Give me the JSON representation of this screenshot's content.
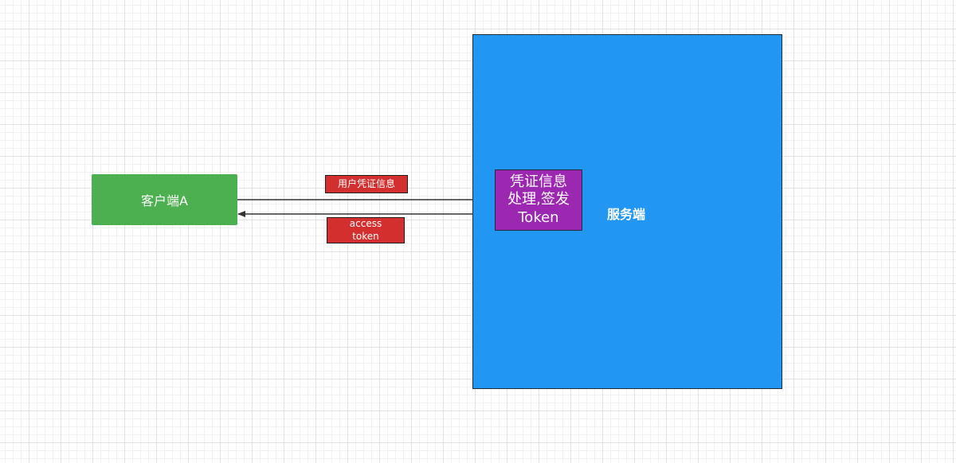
{
  "diagram": {
    "nodes": {
      "client": {
        "label": "客户端A",
        "color": "#4caf50"
      },
      "server": {
        "label": "服务端",
        "color": "#2196f3"
      },
      "process": {
        "label": "凭证信息\n处理,签发\nToken",
        "color": "#9c27b0"
      }
    },
    "edges": [
      {
        "from": "client",
        "to": "process",
        "label": "用户凭证信息"
      },
      {
        "from": "process",
        "to": "client",
        "label": "access\ntoken"
      }
    ],
    "edge_label_color": "#d32f2f",
    "line_color": "#333333"
  }
}
